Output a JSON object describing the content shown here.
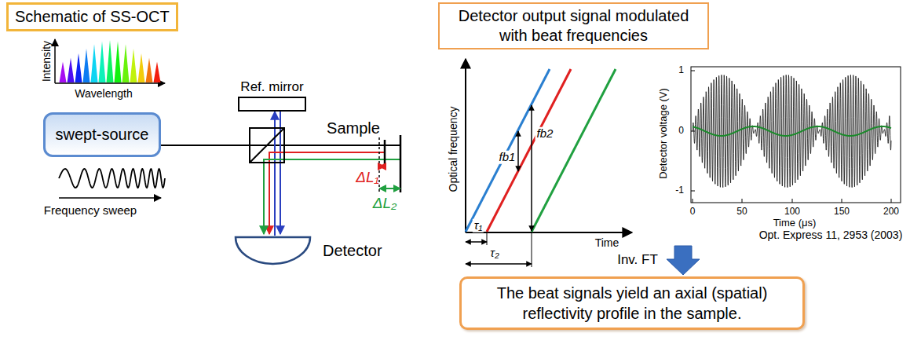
{
  "diagram": {
    "nodes": [
      {
        "text": [
          "Schematic of SS-OCT"
        ]
      },
      {
        "text": [
          "swept-source"
        ]
      },
      {
        "text": [
          "Ref. mirror"
        ]
      },
      {
        "text": [
          "Detector"
        ]
      },
      {
        "text": [
          "Detector output signal modulated with beat frequencies"
        ]
      },
      {
        "text": [
          "The beat signals yield an axial (spatial) reflectivity profile in the sample."
        ]
      }
    ],
    "labels": [
      "Intensity",
      "Wavelength",
      "Frequency sweep",
      "Sample",
      "ΔL₁",
      "ΔL₂",
      "Optical frequency",
      "fb1",
      "fb2",
      "Time",
      "τ₁",
      "τ₂",
      "1",
      "0",
      "-1",
      "0",
      "50",
      "100",
      "150",
      "200",
      "Detector voltage (V)",
      "Time (μs)",
      "Opt. Express 11, 2953 (2003)",
      "Inv. FT"
    ]
  }
}
